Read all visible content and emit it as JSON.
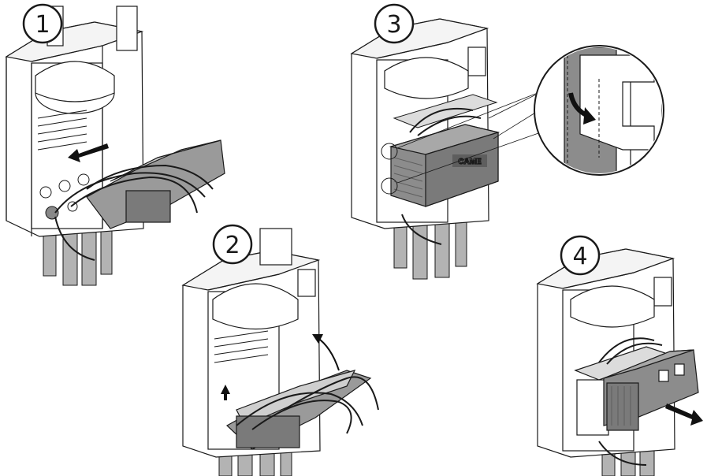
{
  "steps": [
    {
      "number": "1"
    },
    {
      "number": "2"
    },
    {
      "number": "3"
    },
    {
      "number": "4"
    }
  ],
  "brand": "CAME",
  "colors": {
    "line": "#1a1a1a",
    "box_fill": "#ffffff",
    "module_fill": "#8c8c8c",
    "module_dark": "#5e5e5e",
    "conduit_fill": "#b3b3b3",
    "arrow": "#111111"
  },
  "icons": [
    "insert-arrow-icon",
    "lift-arrow-icon",
    "clip-arrow-icon",
    "remove-arrow-icon"
  ]
}
